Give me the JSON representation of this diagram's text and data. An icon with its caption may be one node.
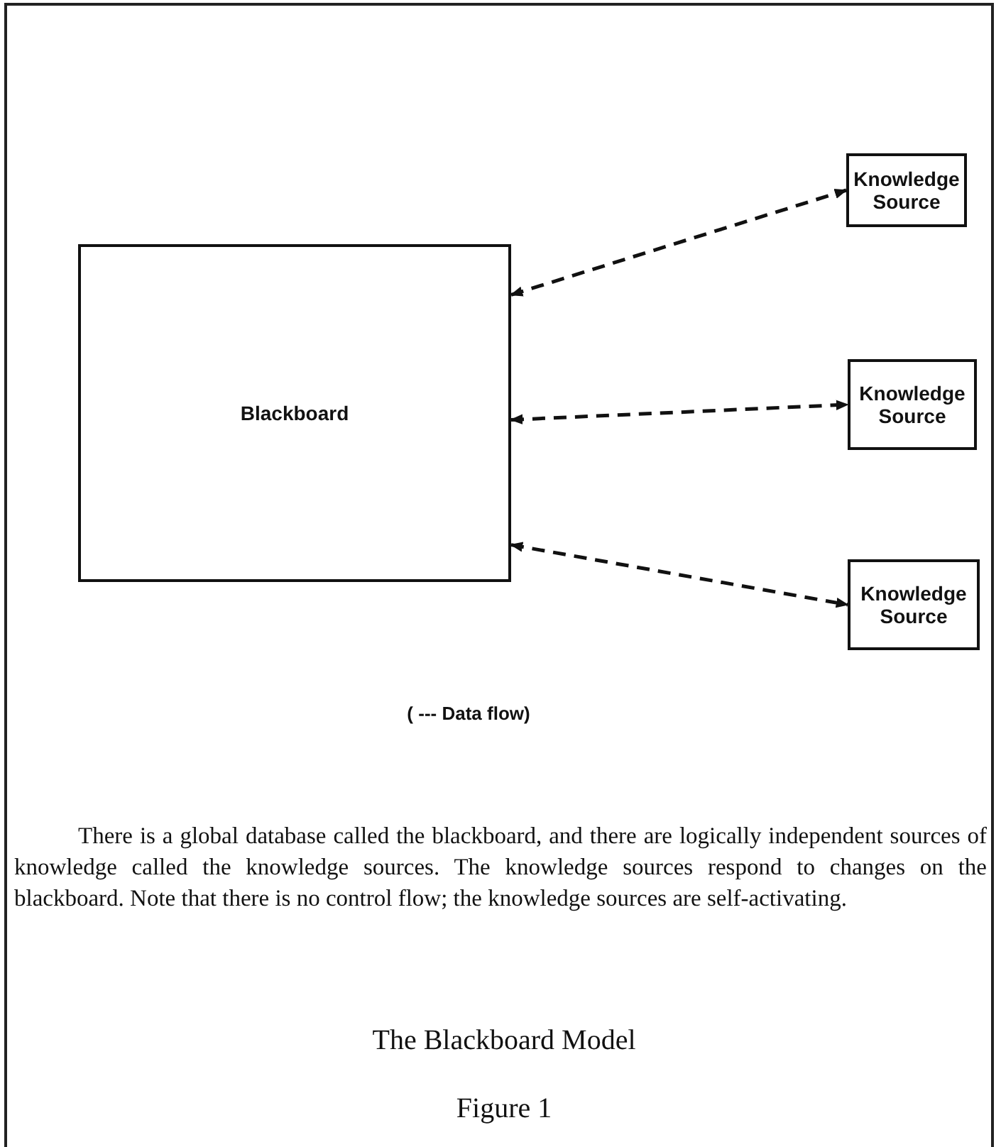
{
  "diagram": {
    "caption": "The Blackboard Model",
    "nodes": [
      {
        "text": [
          "Blackboard"
        ]
      },
      {
        "text": [
          "Knowledge Source"
        ]
      },
      {
        "text": [
          "Knowledge Source"
        ]
      },
      {
        "text": [
          "Knowledge Source"
        ]
      }
    ],
    "edges": [
      {
        "from": 0,
        "to": 1,
        "arrow": "both",
        "style": "dashed"
      },
      {
        "from": 0,
        "to": 2,
        "arrow": "both",
        "style": "dashed"
      },
      {
        "from": 0,
        "to": 3,
        "arrow": "both",
        "style": "dashed"
      }
    ],
    "labels": [
      "( --- Data flow)",
      "There is a global database called the blackboard, and there are logically independent sources of knowledge called the knowledge sources. The knowledge sources respond to changes on the blackboard. Note that there is no control flow; the knowledge sources are self-activating.",
      "Figure 1"
    ]
  }
}
